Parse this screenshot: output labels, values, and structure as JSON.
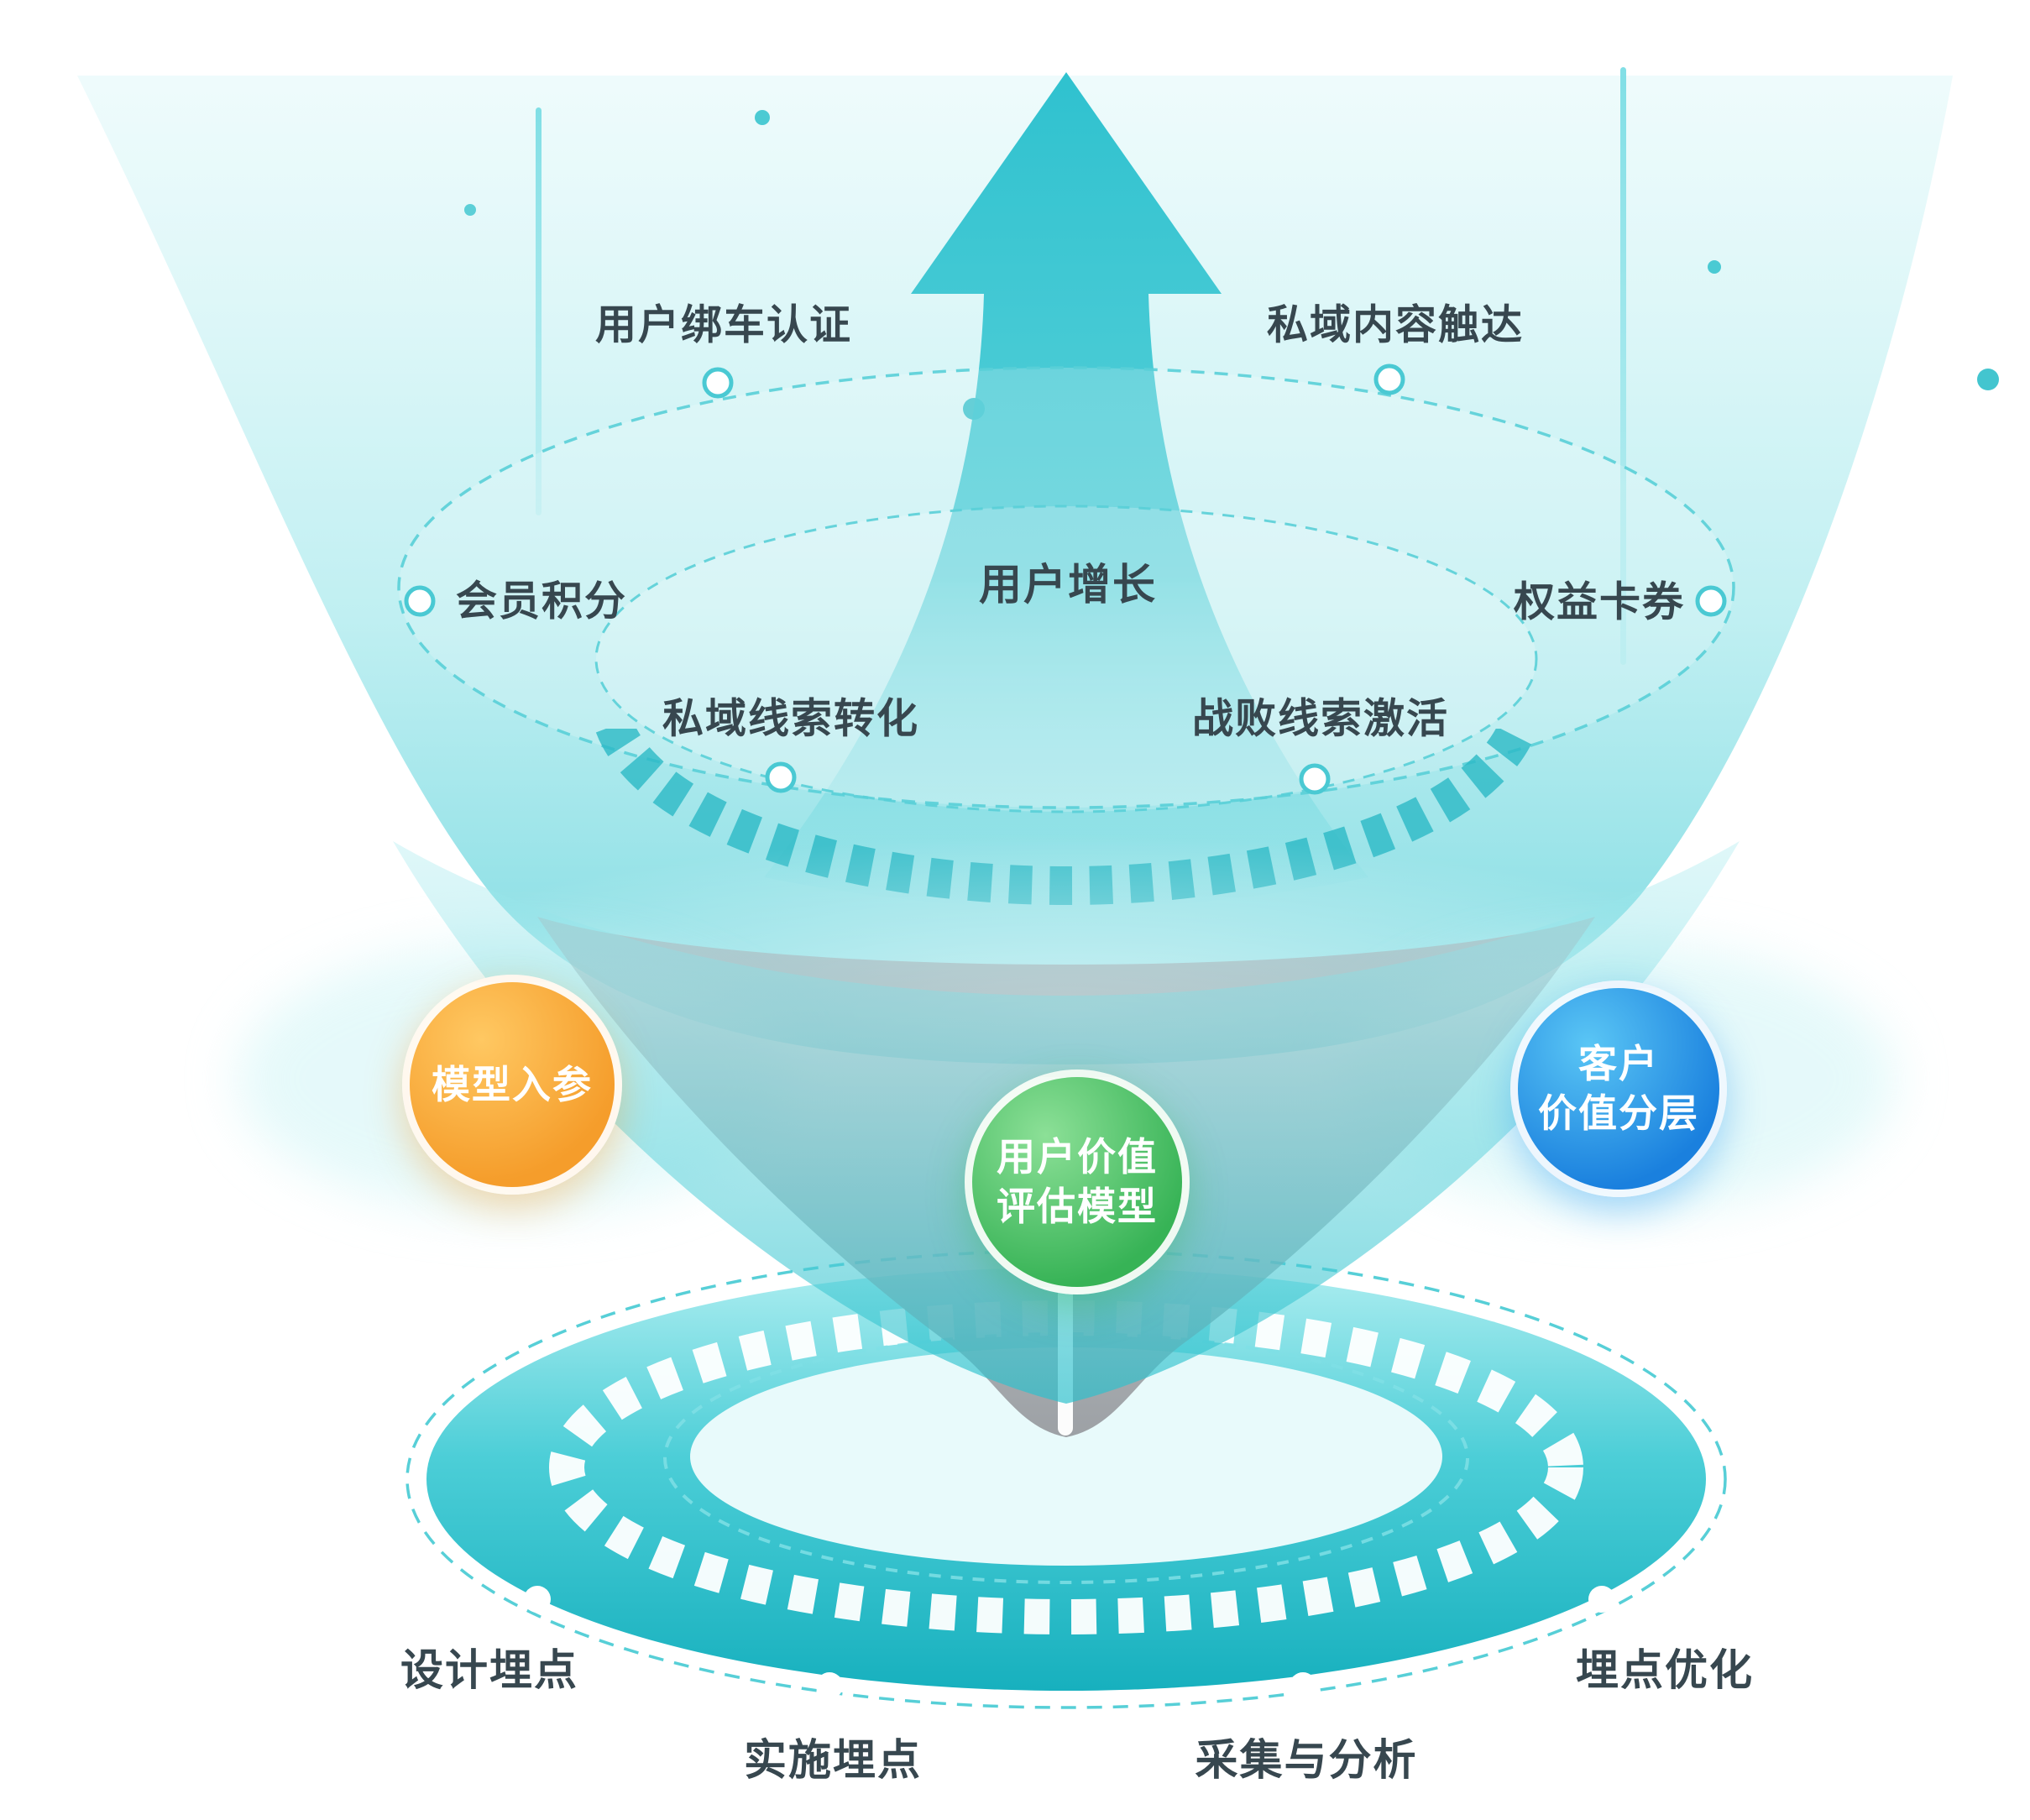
{
  "colors": {
    "teal": "#35C3CE",
    "teal_light": "#A9ECEF",
    "orange": "#F59D2B",
    "green": "#38B356",
    "blue": "#1E88E5",
    "gray": "#97979C",
    "text": "#37474F"
  },
  "arrow": {
    "label": "用户增长"
  },
  "funnel_labels": {
    "user_car_binding": "用户绑车认证",
    "private_content_reach": "私域内容触达",
    "member_points": "会员积分",
    "benefit_cards": "权益卡券",
    "private_lead_conversion": "私域线索转化",
    "lost_lead_activation": "战败线索激活"
  },
  "model_nodes": {
    "model_input": "模型入参",
    "user_value_model": "用户价值\n评估模型",
    "customer_value_layering": "客户\n价值分层"
  },
  "tracking_labels": {
    "design_tracking": "设计埋点",
    "implement_tracking": "实施埋点",
    "collection_analysis": "采集与分析",
    "tracking_optimization": "埋点优化"
  }
}
